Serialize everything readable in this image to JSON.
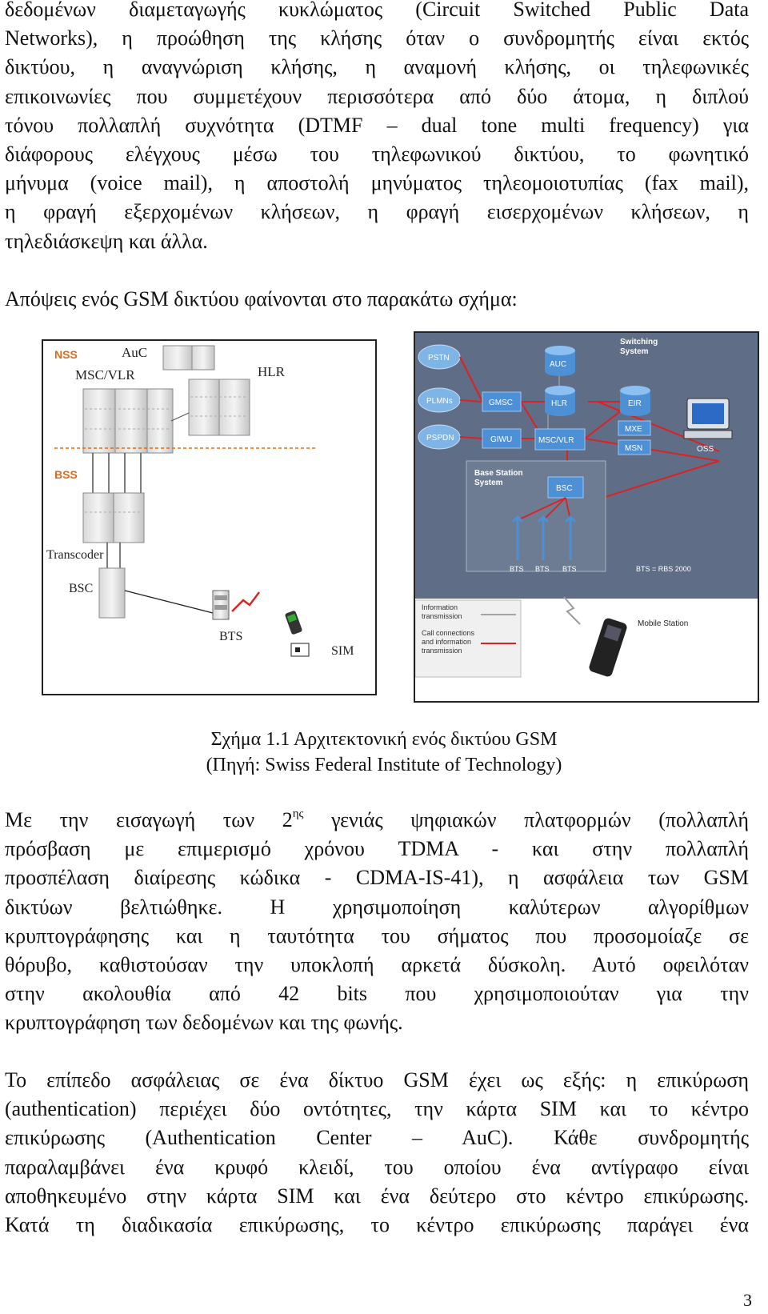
{
  "paragraph1": [
    "δεδομένων διαμεταγωγής κυκλώματος (Circuit Switched Public Data",
    "Networks),  η προώθηση της κλήσης όταν ο συνδρομητής είναι εκτός",
    "δικτύου, η αναγνώριση κλήσης, η αναμονή κλήσης, οι τηλεφωνικές",
    "επικοινωνίες που συμμετέχουν περισσότερα από δύο άτομα, η διπλού",
    "τόνου πολλαπλή συχνότητα (DTMF – dual tone multi frequency) για",
    "διάφορους ελέγχους μέσω του τηλεφωνικού δικτύου, το φωνητικό",
    "μήνυμα (voice mail), η αποστολή μηνύματος τηλεομοιοτυπίας (fax mail),",
    "η φραγή εξερχομένων κλήσεων, η φραγή εισερχομένων κλήσεων, η",
    "τηλεδιάσκεψη και άλλα."
  ],
  "paragraph2": "Απόψεις ενός GSM δικτύου φαίνονται στο παρακάτω σχήμα:",
  "figure_left": {
    "nss": "NSS",
    "bss": "BSS",
    "auc": "AuC",
    "msc_vlr": "MSC/VLR",
    "hlr": "HLR",
    "transcoder": "Transcoder",
    "bsc": "BSC",
    "bts": "BTS",
    "sim": "SIM"
  },
  "figure_right": {
    "pstn": "PSTN",
    "plmns": "PLMNs",
    "pspdn": "PSPDN",
    "gmsc": "GMSC",
    "giwu": "GIWU",
    "auc": "AUC",
    "hlr": "HLR",
    "msc_vlr": "MSC/VLR",
    "eir": "EIR",
    "mxe": "MXE",
    "msn": "MSN",
    "oss": "OSS",
    "switching_system_1": "Switching",
    "switching_system_2": "System",
    "base_station_system_1": "Base Station",
    "base_station_system_2": "System",
    "bsc": "BSC",
    "bts1": "BTS",
    "bts2": "BTS",
    "bts3": "BTS",
    "bts_note": "BTS = RBS 2000",
    "legend_info_1": "Information",
    "legend_info_2": "transmission",
    "legend_call_1": "Call connections",
    "legend_call_2": "and information",
    "legend_call_3": "transmission",
    "mobile_station": "Mobile Station",
    "line_gray": "#8a8a8a",
    "line_red": "#e02020",
    "panel_bg": "#5f6e86"
  },
  "caption": {
    "line1": "Σχήμα 1.1 Αρχιτεκτονική ενός δικτύου GSM",
    "line2": "(Πηγή: Swiss Federal Institute of Technology)"
  },
  "paragraph3": {
    "lead": "Με την εισαγωγή των 2",
    "sup": "ης",
    "lead_rest": " γενιάς ψηφιακών πλατφορμών (πολλαπλή",
    "lines": [
      "πρόσβαση με επιμερισμό χρόνου TDMA - και στην πολλαπλή",
      "προσπέλαση διαίρεσης κώδικα - CDMA-IS-41), η ασφάλεια των GSM",
      "δικτύων βελτιώθηκε. Η χρησιμοποίηση καλύτερων αλγορίθμων",
      "κρυπτογράφησης και η ταυτότητα του σήματος που προσομοίαζε σε",
      "θόρυβο, καθιστούσαν την υποκλοπή αρκετά δύσκολη. Αυτό οφειλόταν",
      "στην ακολουθία από 42 bits που χρησιμοποιούταν για την",
      "κρυπτογράφηση των δεδομένων και της φωνής."
    ]
  },
  "paragraph4": [
    "Το επίπεδο ασφάλειας σε ένα δίκτυο GSM έχει ως εξής: η επικύρωση",
    "(authentication) περιέχει δύο οντότητες, την κάρτα SIM και το κέντρο",
    "επικύρωσης (Authentication Center – AuC). Κάθε συνδρομητής",
    "παραλαμβάνει ένα κρυφό κλειδί, του οποίου ένα αντίγραφο είναι",
    "αποθηκευμένο στην κάρτα SIM και ένα δεύτερο στο κέντρο επικύρωσης.",
    "Κατά τη διαδικασία επικύρωσης, το κέντρο επικύρωσης παράγει ένα"
  ],
  "page_number": "3"
}
